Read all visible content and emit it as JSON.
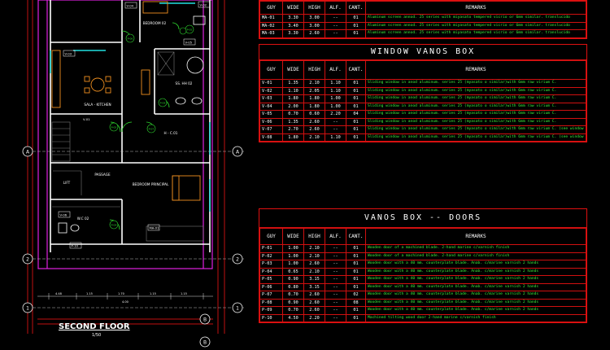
{
  "plan": {
    "title": "SECOND FLOOR",
    "scale": "1/50",
    "rooms": [
      {
        "name": "BEDROOM 02",
        "key": "bedroom02"
      },
      {
        "name": "SALA - KITCHEN",
        "key": "sala"
      },
      {
        "name": "SS. HH 02",
        "key": "sshh02"
      },
      {
        "name": "H - C.01",
        "key": "hc01"
      },
      {
        "name": "LIFT",
        "key": "lift"
      },
      {
        "name": "PASSAGE",
        "key": "passage"
      },
      {
        "name": "BEDROOM PRINCIPAL",
        "key": "bedroomp"
      },
      {
        "name": "W.C 02",
        "key": "wc02"
      }
    ],
    "tags": [
      "V-04",
      "V-05",
      "V-03",
      "V-01",
      "V-06",
      "V-02",
      "P-06",
      "P-05",
      "P-09",
      "P-07",
      "P-05",
      "MA-01",
      "MA-02",
      "MA-03",
      "P-04",
      "P-03",
      "P-02",
      "P-10",
      "V-08"
    ],
    "axes": [
      "A",
      "A",
      "2",
      "2",
      "1",
      "1",
      "B",
      "B"
    ],
    "dims": [
      "4.48",
      "1.15",
      "1.70",
      "1.15",
      "1.15",
      "4.00"
    ]
  },
  "schedules": {
    "mamparas": {
      "headers": [
        "GUY",
        "WIDE",
        "HIGH",
        "ALF.",
        "CANT.",
        "REMARKS"
      ],
      "rows": [
        [
          "MA-01",
          "3.30",
          "3.00",
          "--",
          "01",
          "Aluminum screen annod. 25 series with miyasato tempered vicrio or 6mm similar. translucido"
        ],
        [
          "MA-02",
          "3.40",
          "3.00",
          "--",
          "01",
          "Aluminum screen annod. 25 series with miyasato tempered vicrio or 6mm similar. translucido"
        ],
        [
          "MA-03",
          "3.30",
          "2.60",
          "--",
          "01",
          "Aluminum screen annod. 25 series with miyasato tempered vicrio or 6mm similar. translucido"
        ]
      ]
    },
    "windows": {
      "title": "WINDOW VANOS BOX",
      "headers": [
        "GUY",
        "WIDE",
        "HIGH",
        "ALF.",
        "CANT.",
        "REMARKS"
      ],
      "rows": [
        [
          "V-01",
          "1.35",
          "2.10",
          "1.10",
          "01",
          "Sliding window in anod aluminum. series 25 (myasato o similar)with 6mm raw virium C."
        ],
        [
          "V-02",
          "1.10",
          "2.05",
          "1.10",
          "01",
          "Sliding window in anod aluminum. series 25 (myasato o similar)with 6mm raw virium C."
        ],
        [
          "V-03",
          "1.80",
          "1.80",
          "1.00",
          "01",
          "Sliding window in anod aluminum. series 25 (myasato o similar)with 6mm raw virium C."
        ],
        [
          "V-04",
          "2.00",
          "1.80",
          "1.00",
          "01",
          "Sliding window in anod aluminum. series 25 (myasato o similar)with 6mm raw virium C."
        ],
        [
          "V-05",
          "0.70",
          "0.60",
          "2.20",
          "04",
          "Sliding window in anod aluminum. series 25 (myasato o similar)with 6mm raw virium C."
        ],
        [
          "V-06",
          "1.35",
          "2.60",
          "--",
          "01",
          "Sliding window in anod aluminum. series 25 (myasato o similar)with 6mm raw virium C."
        ],
        [
          "V-07",
          "2.70",
          "2.60",
          "--",
          "01",
          "Sliding window in anod aluminum. series 25 (myasato o similar)with 6mm raw virium C. (see window detail in view 2-2')"
        ],
        [
          "V-08",
          "1.80",
          "2.10",
          "1.10",
          "01",
          "Sliding window in anod aluminum. series 25 (myasato o similar)with 6mm raw virium C. (see window detail in view 2-2')"
        ]
      ]
    },
    "doors": {
      "title": "VANOS BOX -- DOORS",
      "headers": [
        "GUY",
        "WIDE",
        "HIGH",
        "ALF.",
        "CANT.",
        "REMARKS"
      ],
      "rows": [
        [
          "P-01",
          "1.00",
          "2.10",
          "--",
          "01",
          "Wooden door of a machined blade. 2-hand marine c/varnish finish"
        ],
        [
          "P-02",
          "1.00",
          "2.10",
          "--",
          "01",
          "Wooden door of a machined blade. 2-hand marine c/varnish finish"
        ],
        [
          "P-03",
          "1.00",
          "2.60",
          "--",
          "01",
          "Wooden door with a 40 mm. counterplate blade. Anab. c/marine varnish 2 hands"
        ],
        [
          "P-04",
          "0.65",
          "2.10",
          "--",
          "01",
          "Wooden door with a 40 mm. counterplate blade. Anab. c/marine varnish 2 hands"
        ],
        [
          "P-05",
          "0.90",
          "3.15",
          "--",
          "01",
          "Wooden door with a 40 mm. counterplate blade. Anab. c/marine varnish 2 hands"
        ],
        [
          "P-06",
          "0.80",
          "3.15",
          "--",
          "01",
          "Wooden door with a 40 mm. counterplate blade. Anab. c/marine varnish 2 hands"
        ],
        [
          "P-07",
          "0.70",
          "2.60",
          "--",
          "02",
          "Wooden door with a 40 mm. counterplate blade. Anab. c/marine varnish 2 hands"
        ],
        [
          "P-08",
          "0.90",
          "2.60",
          "--",
          "08",
          "Wooden door with a 40 mm. counterplate blade. Anab. c/marine varnish 2 hands"
        ],
        [
          "P-09",
          "0.70",
          "2.60",
          "--",
          "01",
          "Wooden door with a 40 mm. counterplate blade. Anab. c/marine varnish 2 hands"
        ],
        [
          "P-10",
          "4.50",
          "2.20",
          "--",
          "01",
          "Machined tilting wood door 2-hand marine c/varnish finish"
        ]
      ]
    }
  }
}
